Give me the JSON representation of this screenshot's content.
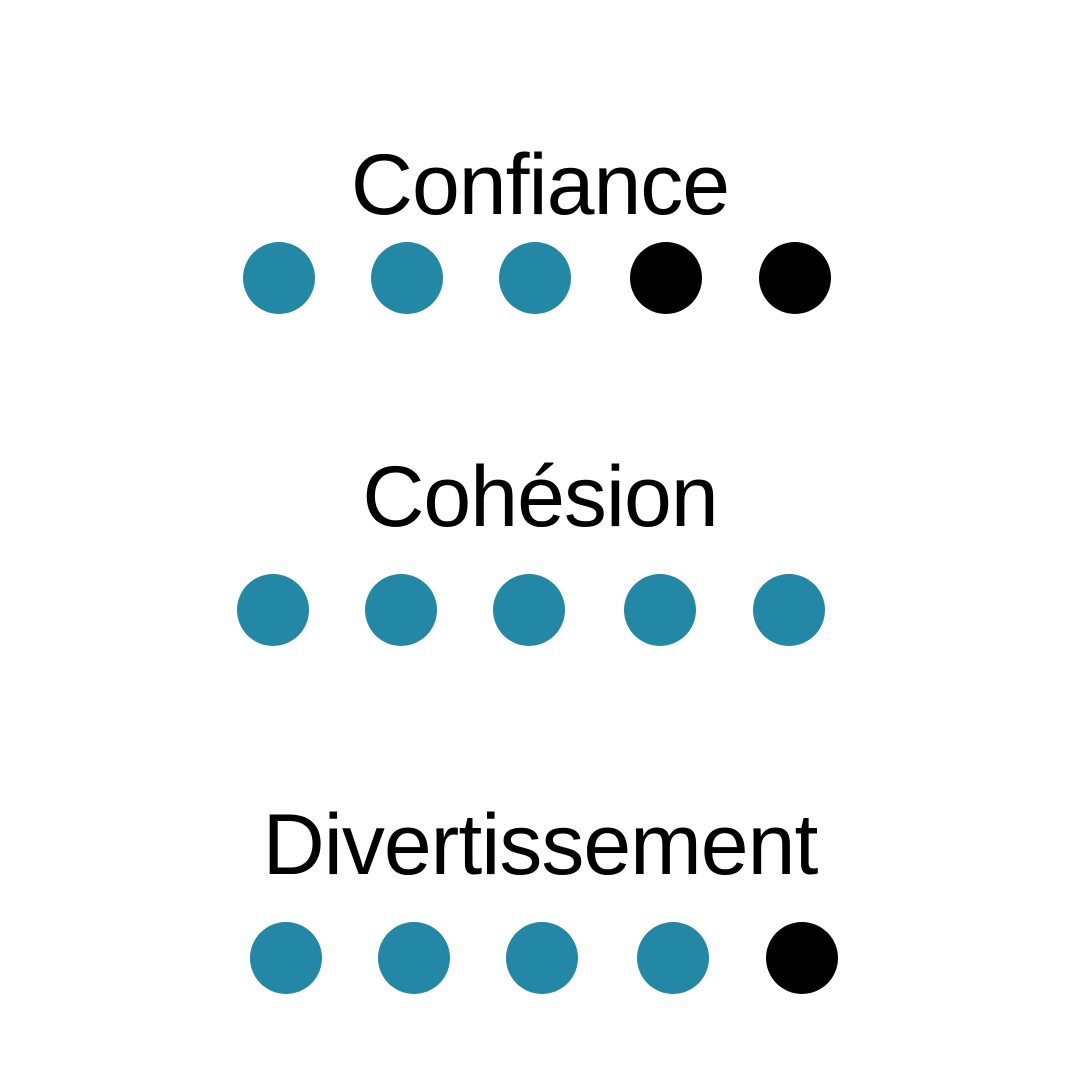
{
  "colors": {
    "filled": "#2387a6",
    "empty": "#000000",
    "background": "#ffffff"
  },
  "ratings": [
    {
      "label": "Confiance",
      "score": 3,
      "max": 5
    },
    {
      "label": "Cohésion",
      "score": 5,
      "max": 5
    },
    {
      "label": "Divertissement",
      "score": 4,
      "max": 5
    }
  ]
}
